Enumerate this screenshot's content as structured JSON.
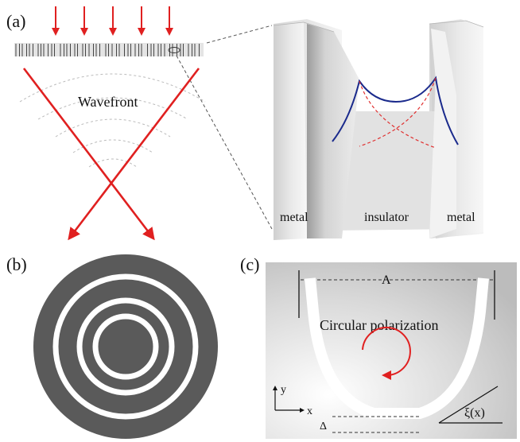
{
  "panels": {
    "a": {
      "label": "(a)",
      "wavefront_label": "Wavefront",
      "slab_labels": {
        "left": "metal",
        "middle": "insulator",
        "right": "metal"
      },
      "colors": {
        "beam": "#e02020",
        "surface_wave": "#1a2a8c",
        "decay_curve": "#e03030"
      }
    },
    "b": {
      "label": "(b)",
      "colors": {
        "disk": "#5a5a5a",
        "ring": "#ffffff"
      }
    },
    "c": {
      "label": "(c)",
      "period_label": "Λ",
      "depth_label": "Δ",
      "profile_label": "ξ(x)",
      "axis_x": "x",
      "axis_y": "y",
      "polarization_label": "Circular polarization",
      "colors": {
        "polarization": "#e02020"
      }
    }
  }
}
